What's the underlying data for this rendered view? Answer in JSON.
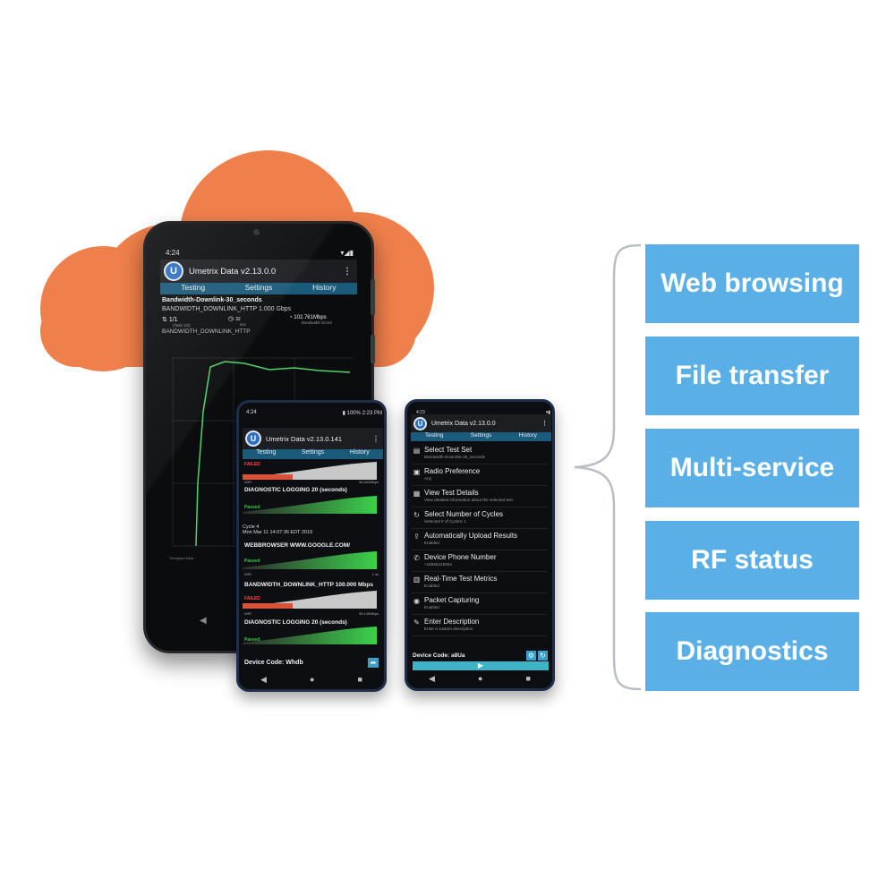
{
  "big_phone": {
    "time": "4:24",
    "app_title": "Umetrix Data v2.13.0.0",
    "tabs": [
      "Testing",
      "Settings",
      "History"
    ],
    "test_name": "Bandwidth-Downlink-30_seconds",
    "test_type": "BANDWIDTH_DOWNLINK_HTTP 1.000 Gbps",
    "task_count": "1/1",
    "task_sub": "(Task 1/2)",
    "seconds": "32",
    "seconds_label": "sec",
    "bandwidth_score": "102.761Mbps",
    "bandwidth_label": "Bandwidth Score",
    "graph_label": "BANDWIDTH_DOWNLINK_HTTP",
    "legend": "Throughput Mbps",
    "colors": {
      "line": "#4fd36b",
      "tabs": "#1a5a7a"
    }
  },
  "left_phone": {
    "time": "4:24",
    "status_right": "100%",
    "clock": "2:23 PM",
    "app_title": "Umetrix Data v2.13.0.141",
    "tabs": [
      "Testing",
      "Settings",
      "History"
    ],
    "rows": [
      {
        "title": "",
        "status": "FAILED",
        "network": "WiFi",
        "value": "36.562Mbps"
      },
      {
        "title": "DIAGNOSTIC LOGGING 20 (seconds)",
        "status": "Passed",
        "network": "",
        "value": ""
      },
      {
        "title": "WEBBROWSER WWW.GOOGLE.COM/",
        "status": "Passed",
        "network": "WiFi",
        "value": "1.4s"
      },
      {
        "title": "BANDWIDTH_DOWNLINK_HTTP 100.000 Mbps",
        "status": "FAILED",
        "network": "WiFi",
        "value": "36.145Mbps"
      },
      {
        "title": "DIAGNOSTIC LOGGING 20 (seconds)",
        "status": "Passed",
        "network": "",
        "value": ""
      }
    ],
    "cycle_label": "Cycle 4",
    "cycle_date": "Mon Mar 11 14:07:36 EDT 2019",
    "device_code": "Device Code: Whdb"
  },
  "right_phone": {
    "time": "4:23",
    "app_title": "Umetrix Data v2.13.0.0",
    "tabs": [
      "Testing",
      "Settings",
      "History"
    ],
    "settings": [
      {
        "icon": "list-icon",
        "label": "Select Test Set",
        "sub": "Bandwidth-Downlink-30_seconds"
      },
      {
        "icon": "radio-icon",
        "label": "Radio Preference",
        "sub": "Any"
      },
      {
        "icon": "details-icon",
        "label": "View Test Details",
        "sub": "View detailed information about the selected test"
      },
      {
        "icon": "cycle-icon",
        "label": "Select Number of Cycles",
        "sub": "Selected # of Cycles: 1"
      },
      {
        "icon": "upload-icon",
        "label": "Automatically Upload Results",
        "sub": "Enabled"
      },
      {
        "icon": "phone-icon",
        "label": "Device Phone Number",
        "sub": "+15555215554"
      },
      {
        "icon": "metrics-icon",
        "label": "Real-Time Test Metrics",
        "sub": "Enabled"
      },
      {
        "icon": "eye-icon",
        "label": "Packet Capturing",
        "sub": "Enabled"
      },
      {
        "icon": "edit-icon",
        "label": "Enter Description",
        "sub": "Enter a custom description"
      }
    ],
    "device_code": "Device Code: a8Ua"
  },
  "features": [
    "Web browsing",
    "File transfer",
    "Multi-service",
    "RF status",
    "Diagnostics"
  ],
  "colors": {
    "cloud": "#ef7f4b",
    "feature_box": "#5ab0e6",
    "brace": "#b9bec4"
  }
}
